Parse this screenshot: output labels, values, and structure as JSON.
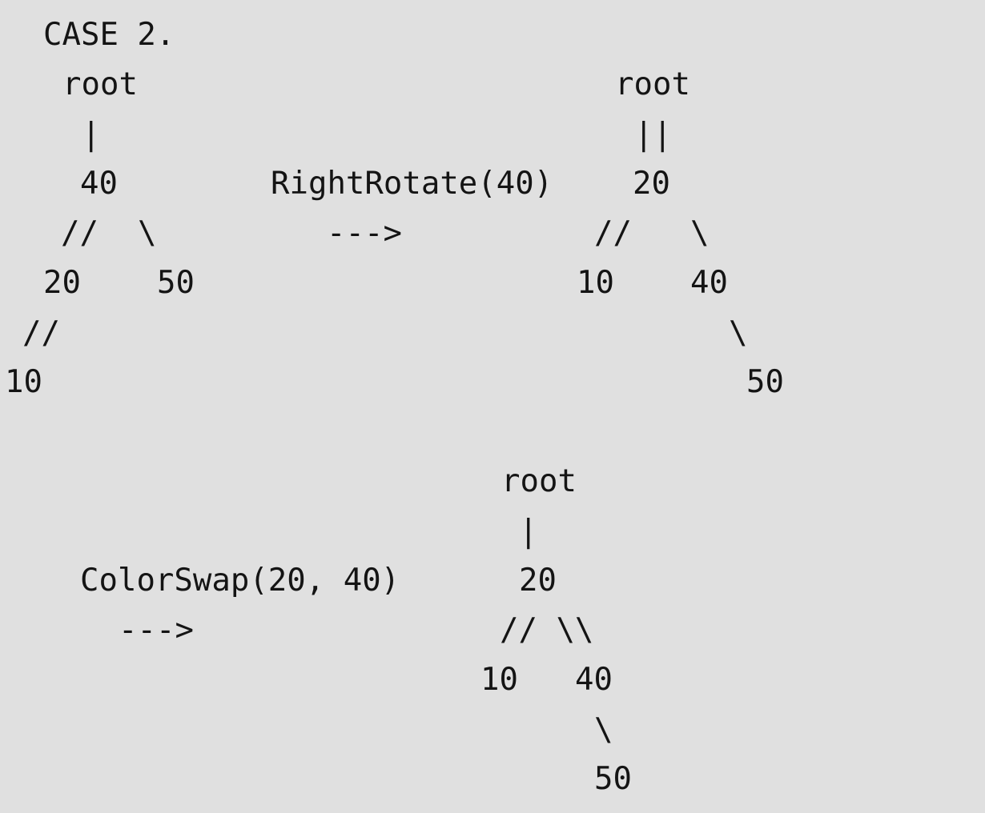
{
  "case_label": "CASE 2.",
  "tree_initial": {
    "root_label": "root",
    "root_link": "|",
    "node_40": "40",
    "edge_40_left": "//",
    "edge_40_right": "\\",
    "node_20": "20",
    "node_50": "50",
    "edge_20_left": "//",
    "node_10": "10"
  },
  "step1": {
    "operation": "RightRotate(40)",
    "arrow": "--->"
  },
  "tree_rotated": {
    "root_label": "root",
    "root_link": "||",
    "node_20": "20",
    "edge_20_left": "//",
    "edge_20_right": "\\",
    "node_10": "10",
    "node_40": "40",
    "edge_40_right": "\\",
    "node_50": "50"
  },
  "step2": {
    "operation": "ColorSwap(20, 40)",
    "arrow": "--->"
  },
  "tree_final": {
    "root_label": "root",
    "root_link": "|",
    "node_20": "20",
    "edges_20": "// \\\\",
    "node_10": "10",
    "node_40": "40",
    "edge_40_right": "\\",
    "node_50": "50"
  }
}
